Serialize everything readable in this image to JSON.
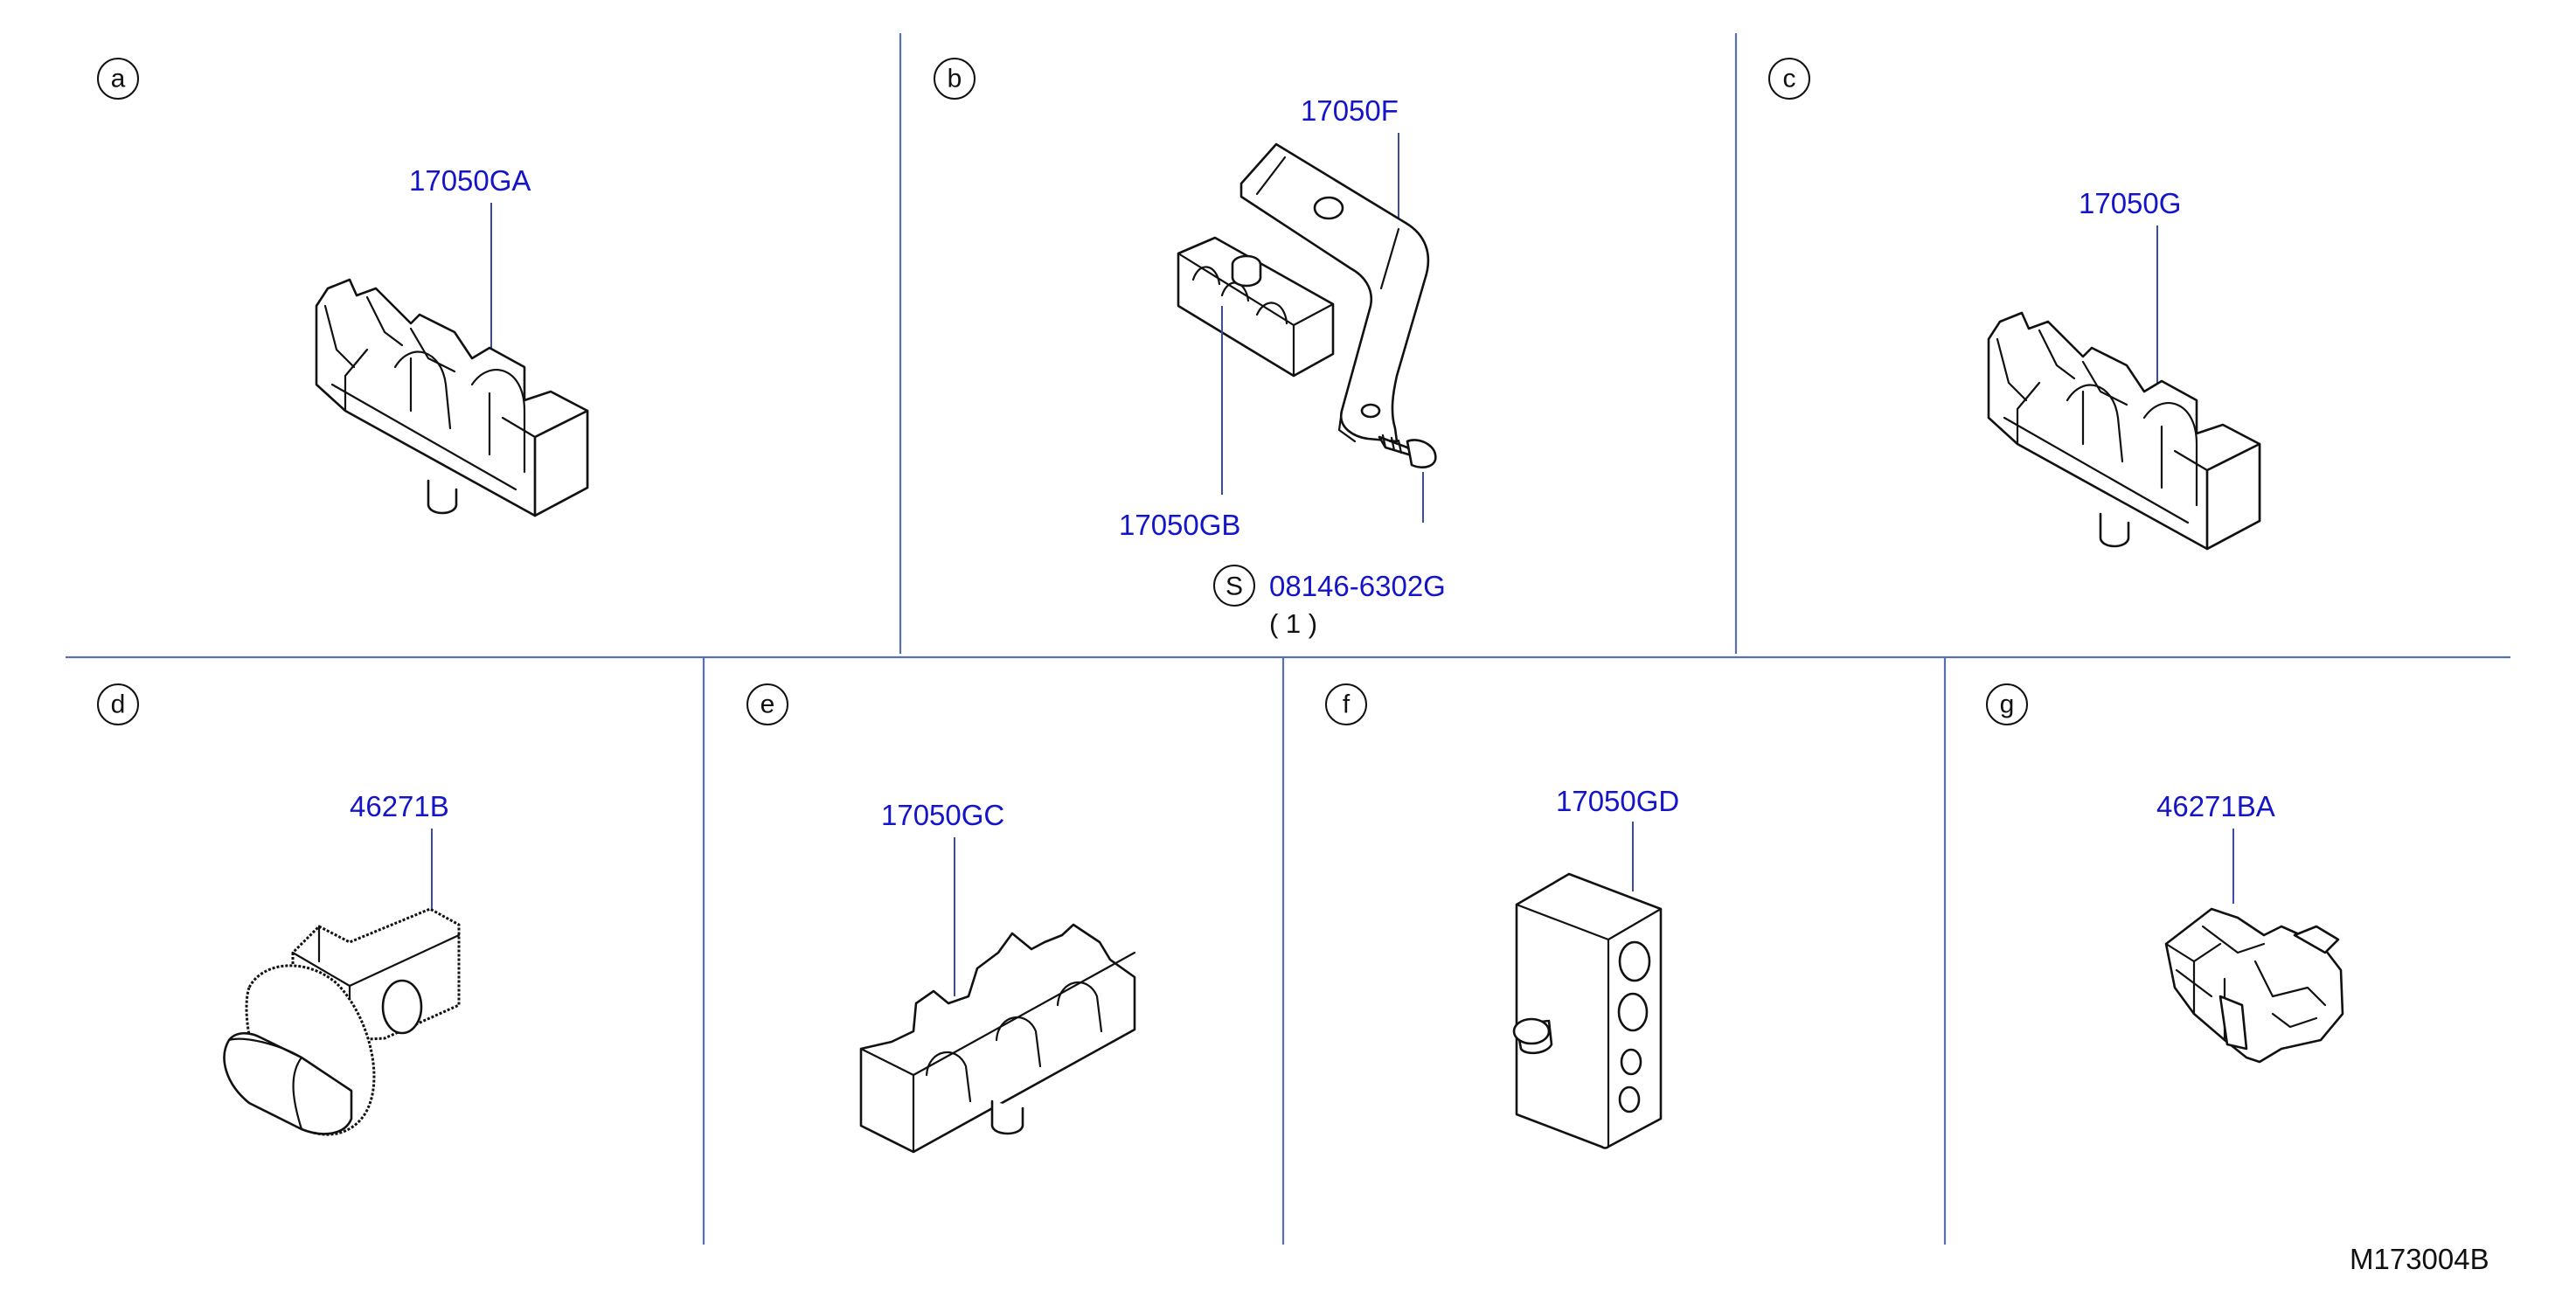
{
  "panels": {
    "a": {
      "tag": "a",
      "part_number": "17050GA"
    },
    "b": {
      "tag": "b",
      "part_number_bracket": "17050F",
      "part_number_block": "17050GB",
      "bolt_symbol": "S",
      "bolt_part_number": "08146-6302G",
      "bolt_quantity": "( 1 )"
    },
    "c": {
      "tag": "c",
      "part_number": "17050G"
    },
    "d": {
      "tag": "d",
      "part_number": "46271B"
    },
    "e": {
      "tag": "e",
      "part_number": "17050GC"
    },
    "f": {
      "tag": "f",
      "part_number": "17050GD"
    },
    "g": {
      "tag": "g",
      "part_number": "46271BA"
    }
  },
  "diagram_reference": "M173004B",
  "colors": {
    "part_number_text": "#1414c8",
    "divider_lines": "#5a6fb0",
    "line_art": "#111111"
  }
}
